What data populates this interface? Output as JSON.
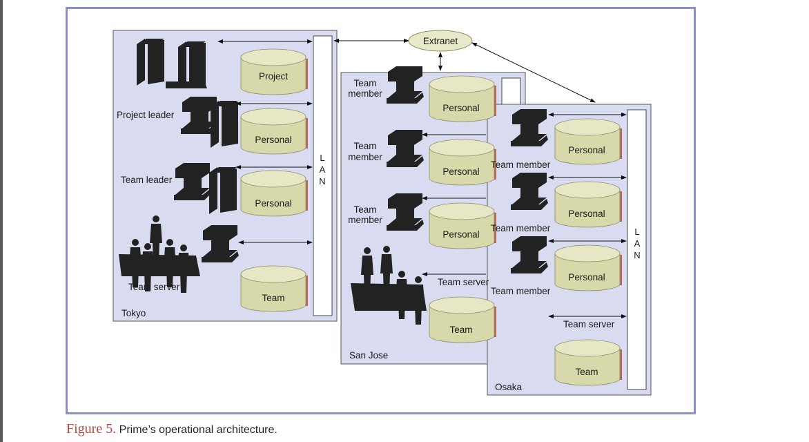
{
  "diagram": {
    "extranet": "Extranet",
    "lan_letters": [
      "L",
      "A",
      "N"
    ],
    "sites": {
      "tokyo": {
        "name": "Tokyo",
        "roles": {
          "project_leader": "Project leader",
          "team_leader": "Team leader",
          "team_server": "Team server"
        },
        "databases": [
          "Project",
          "Personal",
          "Personal",
          "Team"
        ]
      },
      "sanjose": {
        "name": "San Jose",
        "roles": {
          "member1_line1": "Team",
          "member1_line2": "member",
          "member2_line1": "Team",
          "member2_line2": "member",
          "member3_line1": "Team",
          "member3_line2": "member",
          "team_server": "Team server"
        },
        "databases": [
          "Personal",
          "Personal",
          "Personal",
          "Team"
        ]
      },
      "osaka": {
        "name": "Osaka",
        "roles": {
          "member1": "Team member",
          "member2": "Team member",
          "member3": "Team member",
          "team_server": "Team server"
        },
        "databases": [
          "Personal",
          "Personal",
          "Personal",
          "Team"
        ]
      }
    }
  },
  "caption": {
    "figure": "Figure 5.",
    "text": " Prime’s operational architecture."
  }
}
